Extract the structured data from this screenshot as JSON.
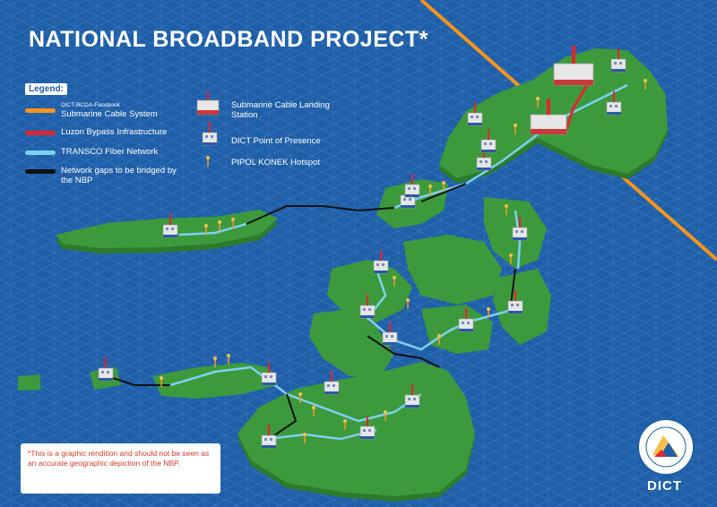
{
  "title": "NATIONAL BROADBAND PROJECT*",
  "legend": {
    "heading": "Legend:",
    "items": [
      {
        "small": "DICT-BCDA-Facebook",
        "label": "Submarine Cable System",
        "color": "#f7941d"
      },
      {
        "label": "Luzon Bypass Infrastructure",
        "color": "#e0262f"
      },
      {
        "label": "TRANSCO Fiber Network",
        "color": "#7fd0f5"
      },
      {
        "label": "Network gaps to be bridged by the NBP",
        "color": "#111111"
      }
    ],
    "icons": [
      {
        "label": "Submarine Cable Landing Station",
        "icon": "landing-station-icon"
      },
      {
        "label": "DICT Point of Presence",
        "icon": "point-of-presence-icon"
      },
      {
        "label": "PIPOL KONEK Hotspot",
        "icon": "hotspot-icon"
      }
    ]
  },
  "note": "*This is a graphic rendition and should not be seen as an accurate geographic depiction of the NBP.",
  "logo": {
    "text": "DICT"
  },
  "colors": {
    "ocean": "#1f5fa8",
    "land": "#3c9a3c",
    "land_side": "#2d7a2d",
    "cable": "#f7941d",
    "bypass": "#e0262f",
    "transco": "#7fd0f5",
    "gap": "#111111"
  }
}
